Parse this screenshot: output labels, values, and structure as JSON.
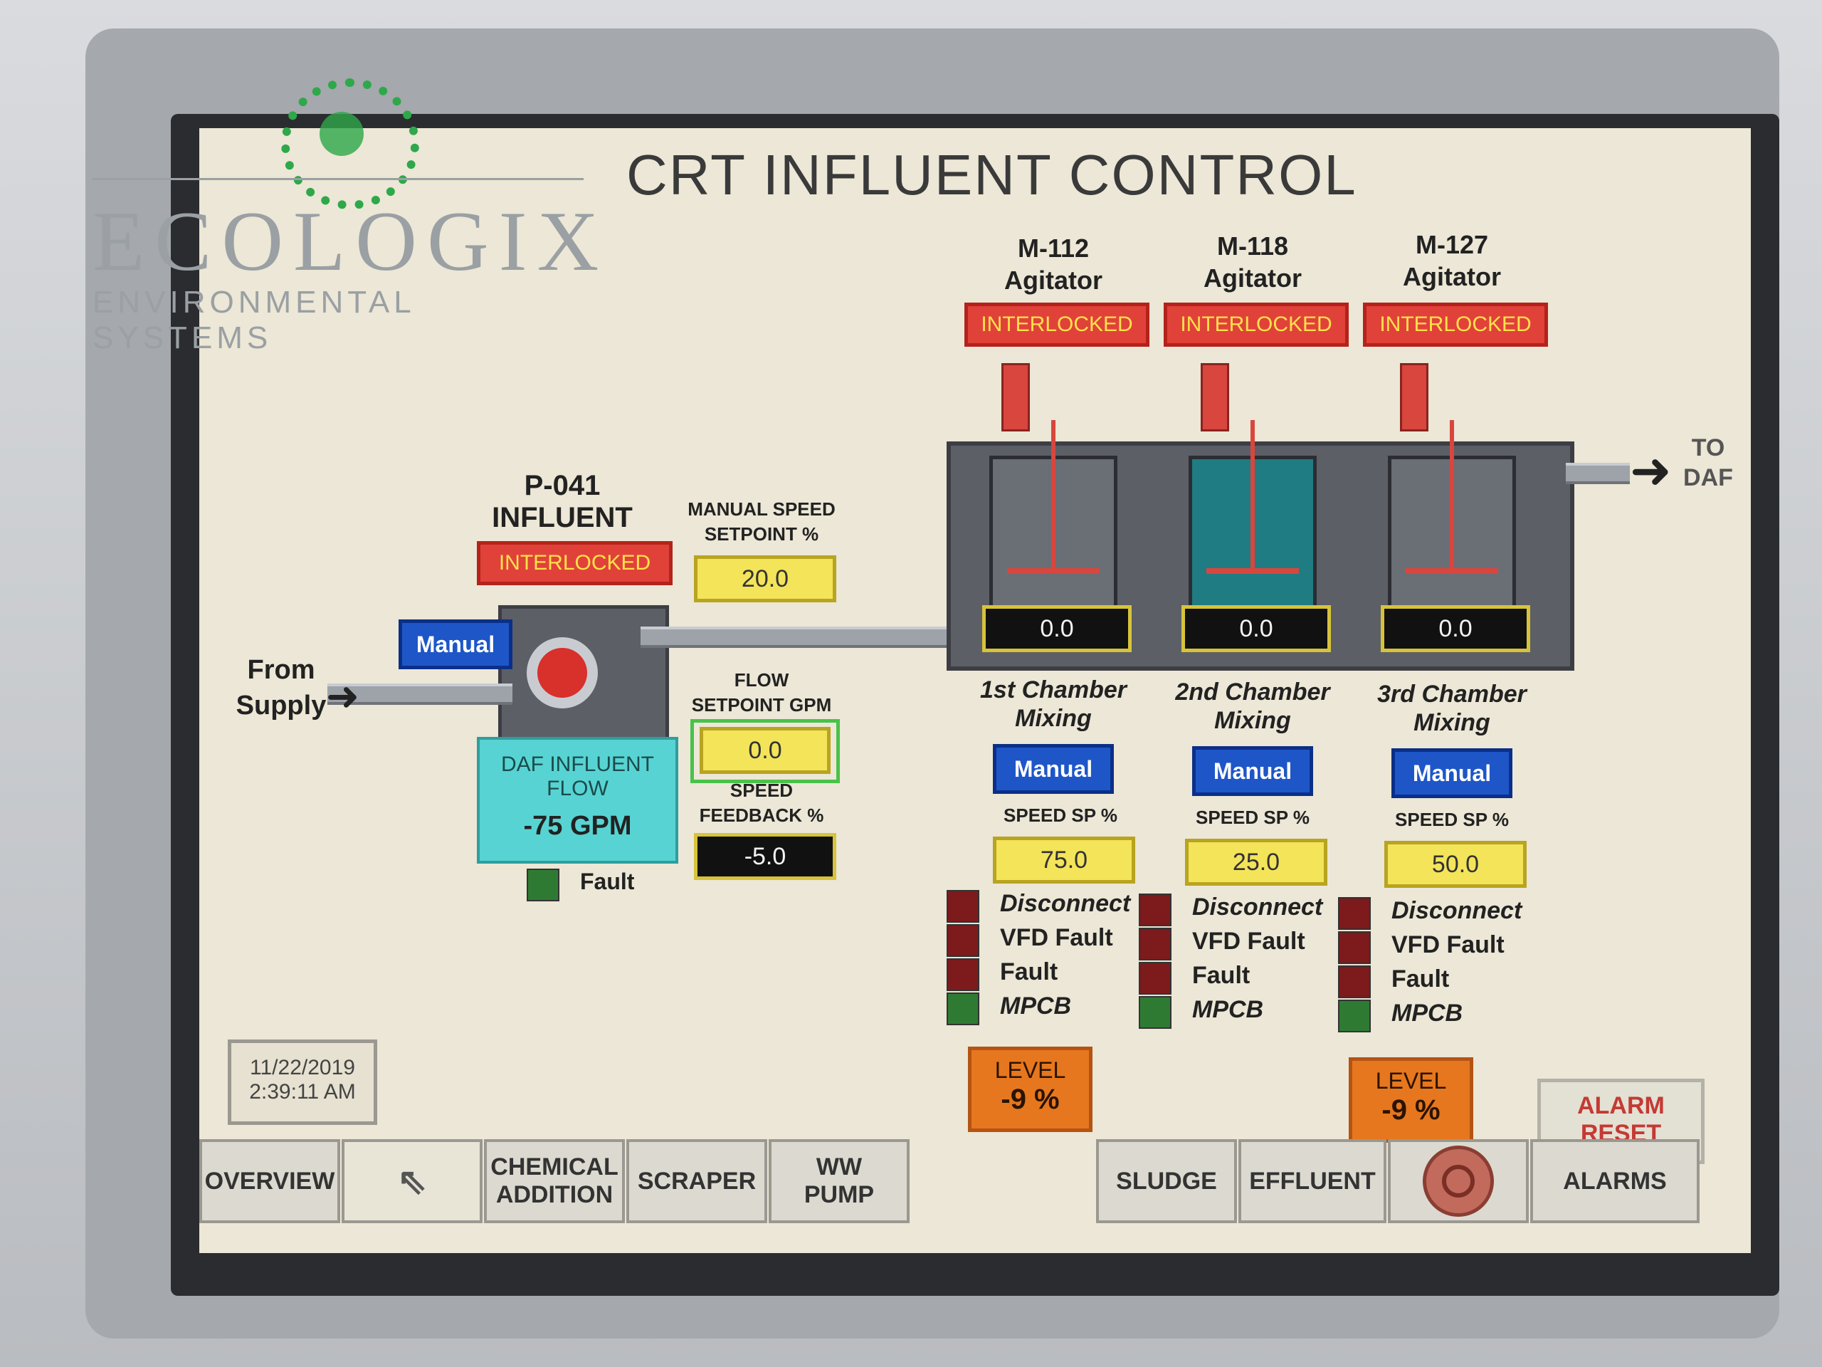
{
  "title": "CRT INFLUENT CONTROL",
  "logo": {
    "brand": "ECOLOGIX",
    "tagline": "ENVIRONMENTAL SYSTEMS"
  },
  "pump": {
    "name": "P-041",
    "label": "INFLUENT",
    "status": "INTERLOCKED",
    "mode": "Manual",
    "from_label_1": "From",
    "from_label_2": "Supply",
    "daf_flow_title_1": "DAF INFLUENT",
    "daf_flow_title_2": "FLOW",
    "daf_flow_value": "-75 GPM",
    "fault_label": "Fault"
  },
  "setpoints": {
    "manual_speed_label_1": "MANUAL SPEED",
    "manual_speed_label_2": "SETPOINT %",
    "manual_speed_value": "20.0",
    "flow_label_1": "FLOW",
    "flow_label_2": "SETPOINT GPM",
    "flow_value": "0.0",
    "feedback_label_1": "SPEED",
    "feedback_label_2": "FEEDBACK %",
    "feedback_value": "-5.0"
  },
  "outlet": {
    "to_1": "TO",
    "to_2": "DAF"
  },
  "agitators": [
    {
      "id": "M-112",
      "label": "Agitator",
      "status": "INTERLOCKED",
      "reading": "0.0",
      "chamber_1": "1st Chamber",
      "chamber_2": "Mixing",
      "mode": "Manual",
      "speed_sp_label": "SPEED SP %",
      "speed_sp": "75.0",
      "level_label": "LEVEL",
      "level_value": "-9 %"
    },
    {
      "id": "M-118",
      "label": "Agitator",
      "status": "INTERLOCKED",
      "reading": "0.0",
      "chamber_1": "2nd Chamber",
      "chamber_2": "Mixing",
      "mode": "Manual",
      "speed_sp_label": "SPEED SP %",
      "speed_sp": "25.0"
    },
    {
      "id": "M-127",
      "label": "Agitator",
      "status": "INTERLOCKED",
      "reading": "0.0",
      "chamber_1": "3rd Chamber",
      "chamber_2": "Mixing",
      "mode": "Manual",
      "speed_sp_label": "SPEED SP %",
      "speed_sp": "50.0",
      "level_label": "LEVEL",
      "level_value": "-9 %"
    }
  ],
  "indicators": {
    "disconnect": "Disconnect",
    "vfd_fault": "VFD Fault",
    "fault": "Fault",
    "mpcb": "MPCB"
  },
  "datetime": {
    "date": "11/22/2019",
    "time": "2:39:11 AM"
  },
  "alarm_reset": {
    "line1": "ALARM",
    "line2": "RESET"
  },
  "nav": {
    "overview": "OVERVIEW",
    "chemical_1": "CHEMICAL",
    "chemical_2": "ADDITION",
    "scraper": "SCRAPER",
    "ww_1": "WW",
    "ww_2": "PUMP",
    "sludge": "SLUDGE",
    "effluent": "EFFLUENT",
    "alarms": "ALARMS"
  },
  "colors": {
    "interlock": "#e0423a",
    "manual": "#1e56c8",
    "setpoint": "#f3e45a",
    "level": "#e6771e",
    "daf_flow": "#58d3d3"
  }
}
